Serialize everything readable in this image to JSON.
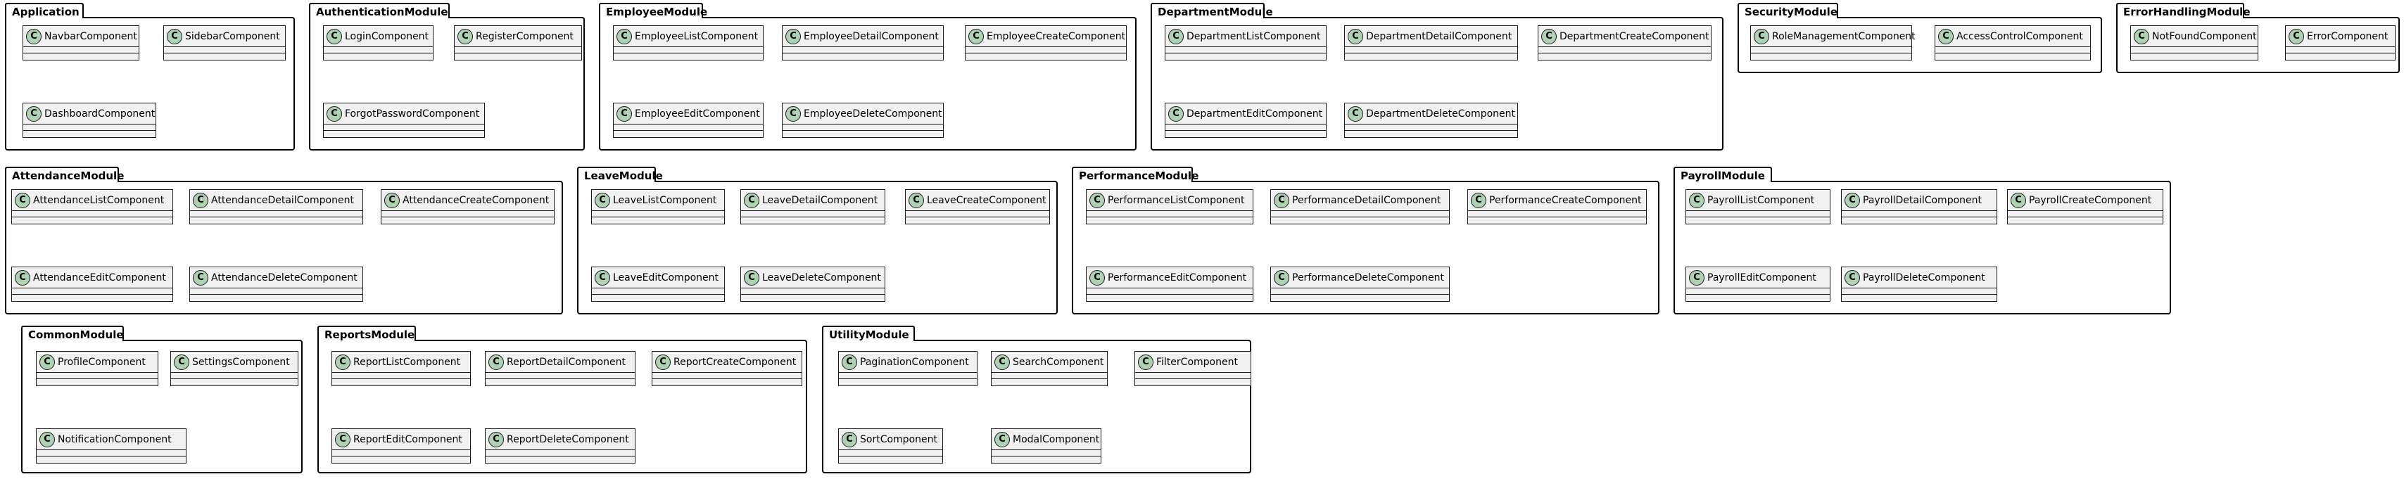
{
  "class_icon_letter": "C",
  "colors": {
    "class_fill": "#f1f1f1",
    "class_icon": "#add1b2",
    "border": "#181818"
  },
  "packages": [
    {
      "name": "Application",
      "classes": [
        "NavbarComponent",
        "SidebarComponent",
        "DashboardComponent"
      ]
    },
    {
      "name": "AuthenticationModule",
      "classes": [
        "LoginComponent",
        "RegisterComponent",
        "ForgotPasswordComponent"
      ]
    },
    {
      "name": "EmployeeModule",
      "classes": [
        "EmployeeListComponent",
        "EmployeeDetailComponent",
        "EmployeeCreateComponent",
        "EmployeeEditComponent",
        "EmployeeDeleteComponent"
      ]
    },
    {
      "name": "DepartmentModule",
      "classes": [
        "DepartmentListComponent",
        "DepartmentDetailComponent",
        "DepartmentCreateComponent",
        "DepartmentEditComponent",
        "DepartmentDeleteComponent"
      ]
    },
    {
      "name": "SecurityModule",
      "classes": [
        "RoleManagementComponent",
        "AccessControlComponent"
      ]
    },
    {
      "name": "ErrorHandlingModule",
      "classes": [
        "NotFoundComponent",
        "ErrorComponent"
      ]
    },
    {
      "name": "AttendanceModule",
      "classes": [
        "AttendanceListComponent",
        "AttendanceDetailComponent",
        "AttendanceCreateComponent",
        "AttendanceEditComponent",
        "AttendanceDeleteComponent"
      ]
    },
    {
      "name": "LeaveModule",
      "classes": [
        "LeaveListComponent",
        "LeaveDetailComponent",
        "LeaveCreateComponent",
        "LeaveEditComponent",
        "LeaveDeleteComponent"
      ]
    },
    {
      "name": "PerformanceModule",
      "classes": [
        "PerformanceListComponent",
        "PerformanceDetailComponent",
        "PerformanceCreateComponent",
        "PerformanceEditComponent",
        "PerformanceDeleteComponent"
      ]
    },
    {
      "name": "PayrollModule",
      "classes": [
        "PayrollListComponent",
        "PayrollDetailComponent",
        "PayrollCreateComponent",
        "PayrollEditComponent",
        "PayrollDeleteComponent"
      ]
    },
    {
      "name": "CommonModule",
      "classes": [
        "ProfileComponent",
        "SettingsComponent",
        "NotificationComponent"
      ]
    },
    {
      "name": "ReportsModule",
      "classes": [
        "ReportListComponent",
        "ReportDetailComponent",
        "ReportCreateComponent",
        "ReportEditComponent",
        "ReportDeleteComponent"
      ]
    },
    {
      "name": "UtilityModule",
      "classes": [
        "PaginationComponent",
        "SearchComponent",
        "FilterComponent",
        "SortComponent",
        "ModalComponent"
      ]
    }
  ]
}
